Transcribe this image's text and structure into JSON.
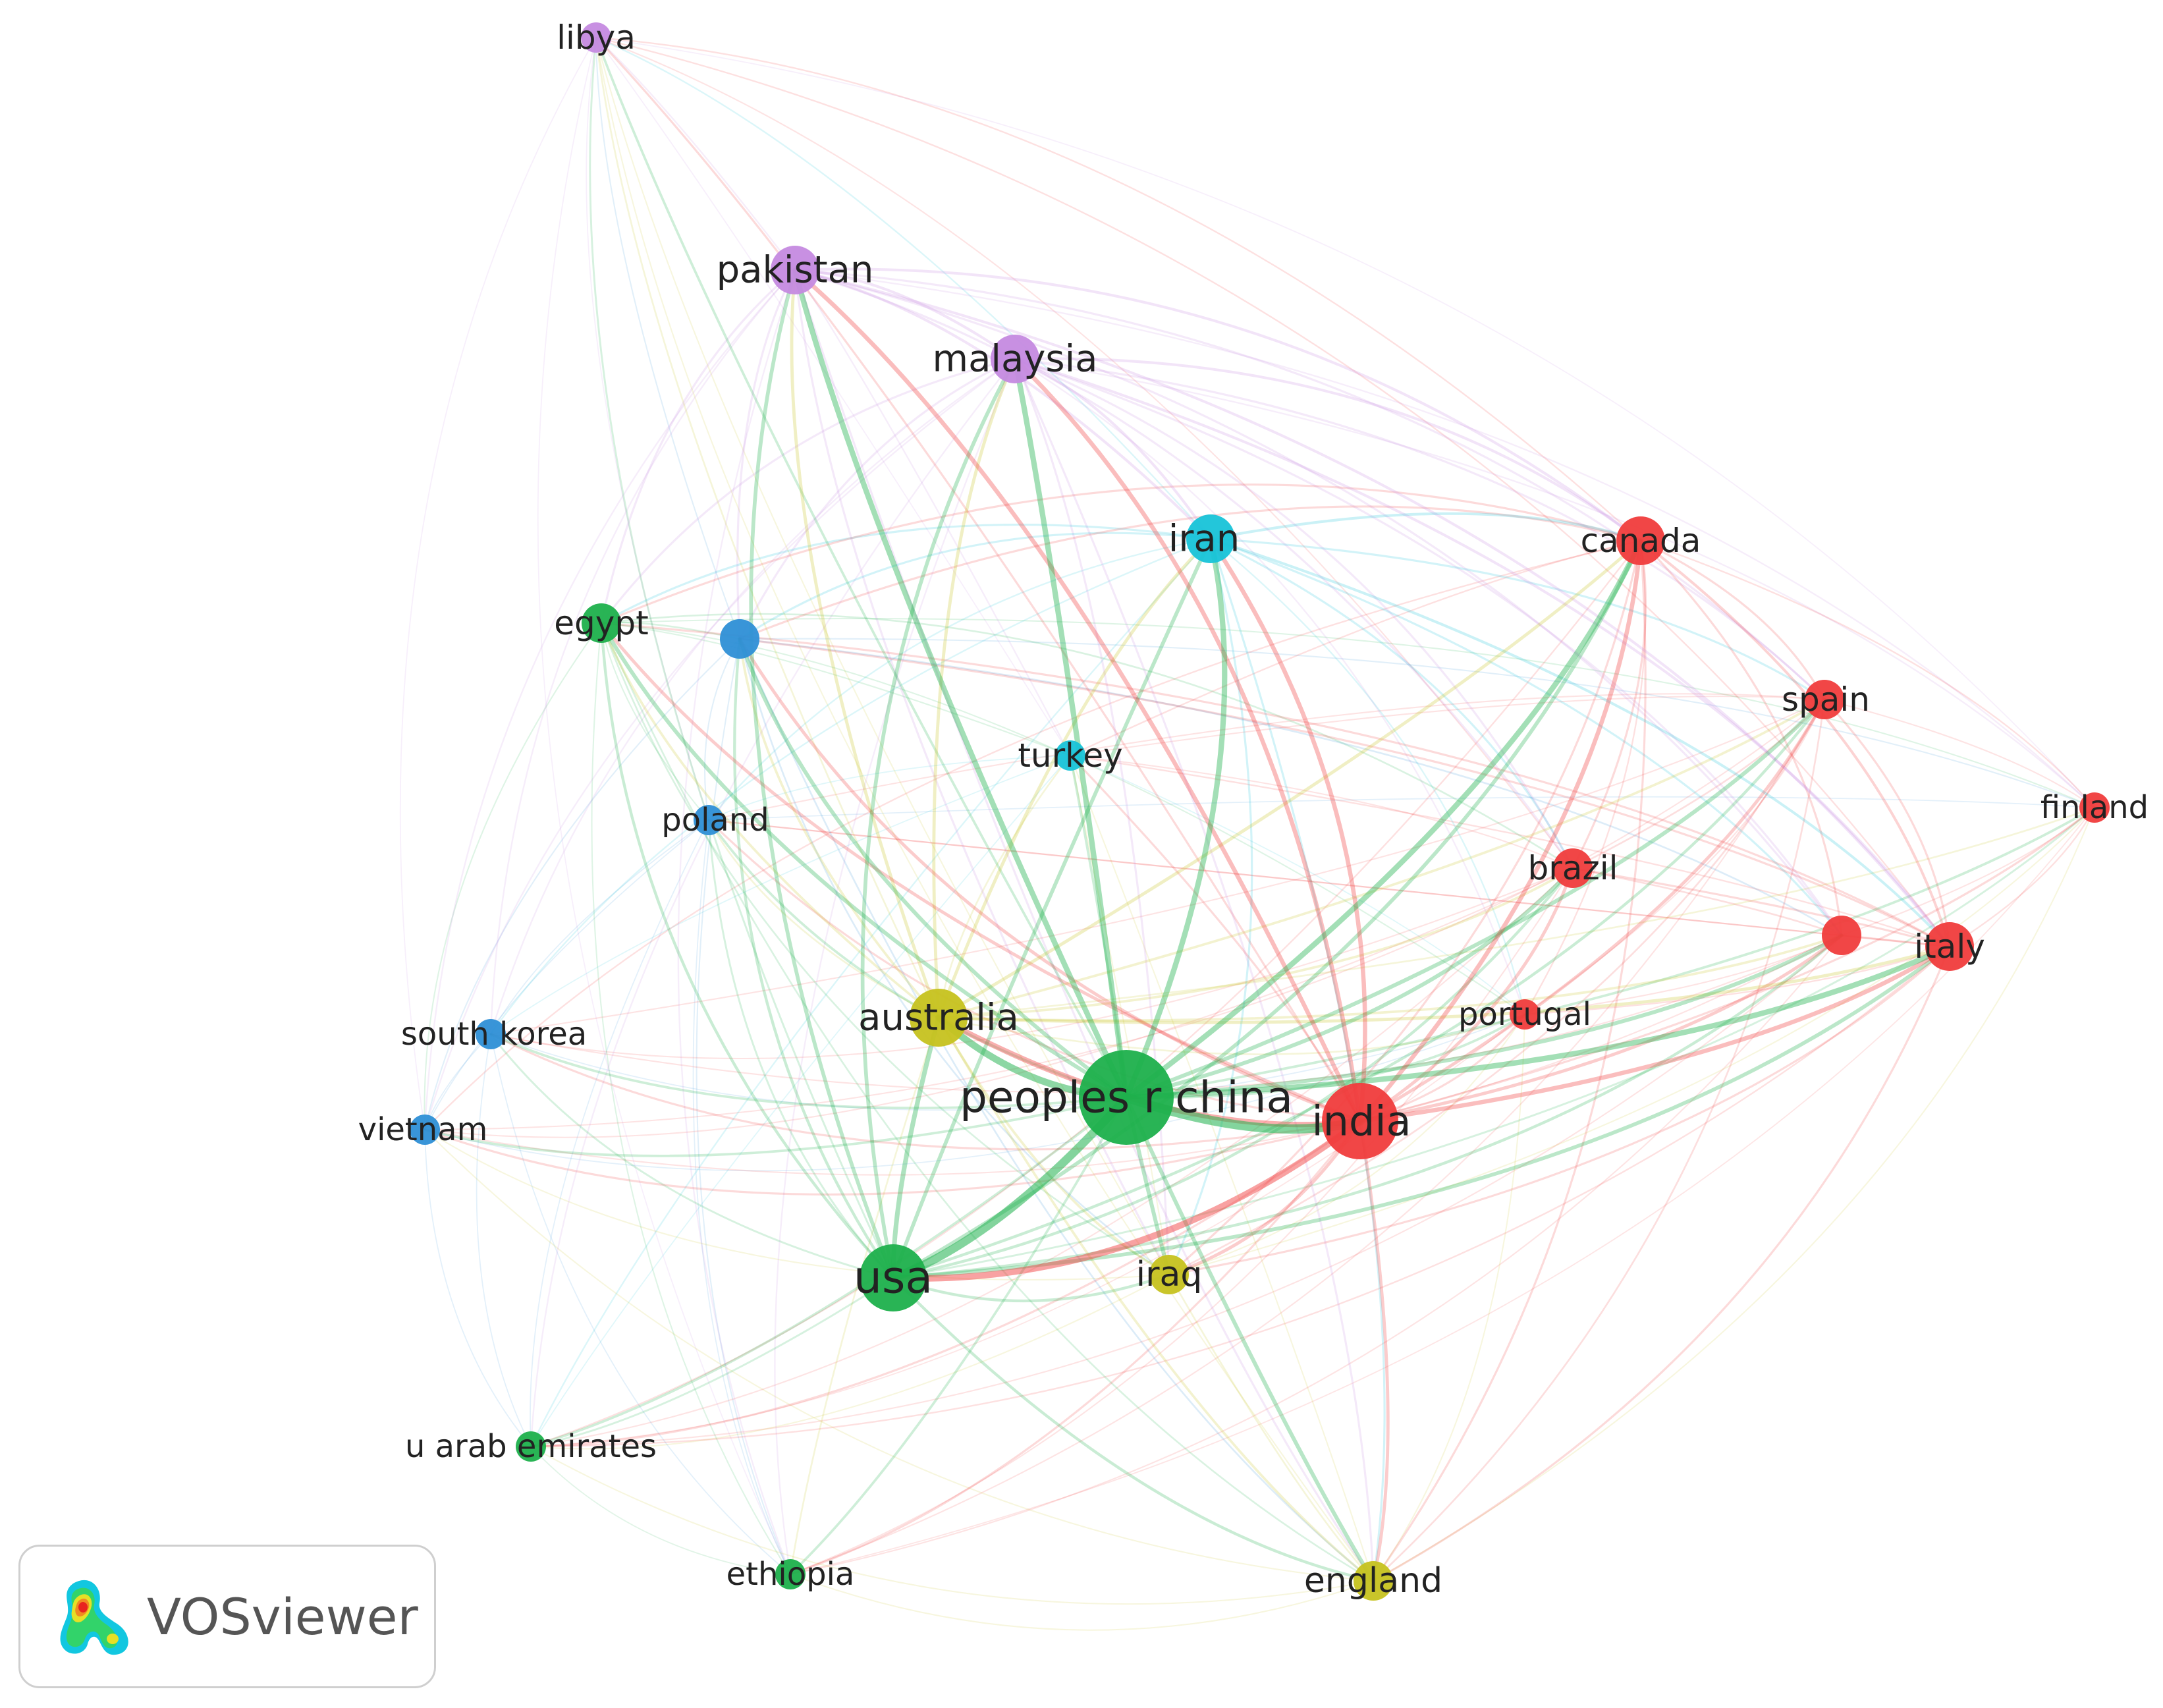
{
  "chart_data": {
    "type": "network",
    "nodes": [
      {
        "id": "libya",
        "label": "libya",
        "cluster": "purple",
        "weight": 1
      },
      {
        "id": "pakistan",
        "label": "pakistan",
        "cluster": "purple",
        "weight": 3
      },
      {
        "id": "malaysia",
        "label": "malaysia",
        "cluster": "purple",
        "weight": 3
      },
      {
        "id": "iran",
        "label": "iran",
        "cluster": "cyan",
        "weight": 3
      },
      {
        "id": "turkey",
        "label": "turkey",
        "cluster": "cyan",
        "weight": 1
      },
      {
        "id": "egypt",
        "label": "egypt",
        "cluster": "green",
        "weight": 2
      },
      {
        "id": "blue-unlabeled",
        "label": "",
        "cluster": "blue",
        "weight": 2
      },
      {
        "id": "poland",
        "label": "poland",
        "cluster": "blue",
        "weight": 1
      },
      {
        "id": "south-korea",
        "label": "south korea",
        "cluster": "blue",
        "weight": 1
      },
      {
        "id": "vietnam",
        "label": "vietnam",
        "cluster": "blue",
        "weight": 1
      },
      {
        "id": "canada",
        "label": "canada",
        "cluster": "red",
        "weight": 3
      },
      {
        "id": "spain",
        "label": "spain",
        "cluster": "red",
        "weight": 2
      },
      {
        "id": "finland",
        "label": "finland",
        "cluster": "red",
        "weight": 1
      },
      {
        "id": "brazil",
        "label": "brazil",
        "cluster": "red",
        "weight": 2
      },
      {
        "id": "red-unlabeled",
        "label": "",
        "cluster": "red",
        "weight": 2
      },
      {
        "id": "italy",
        "label": "italy",
        "cluster": "red",
        "weight": 3
      },
      {
        "id": "portugal",
        "label": "portugal",
        "cluster": "red",
        "weight": 1
      },
      {
        "id": "india",
        "label": "india",
        "cluster": "red",
        "weight": 6
      },
      {
        "id": "australia",
        "label": "australia",
        "cluster": "yellow",
        "weight": 4
      },
      {
        "id": "peoples-r-china",
        "label": "peoples r china",
        "cluster": "green",
        "weight": 8
      },
      {
        "id": "usa",
        "label": "usa",
        "cluster": "green",
        "weight": 5
      },
      {
        "id": "iraq",
        "label": "iraq",
        "cluster": "yellow",
        "weight": 2
      },
      {
        "id": "u-arab-emirates",
        "label": "u arab emirates",
        "cluster": "green",
        "weight": 1
      },
      {
        "id": "ethiopia",
        "label": "ethiopia",
        "cluster": "green",
        "weight": 1
      },
      {
        "id": "england",
        "label": "england",
        "cluster": "yellow",
        "weight": 2
      }
    ],
    "cluster_colors": {
      "red": "#f03c3c",
      "green": "#1db04c",
      "blue": "#2e8fd6",
      "yellow": "#c6c21f",
      "purple": "#c58ae0",
      "cyan": "#17c3d8"
    }
  },
  "badge": {
    "text": "VOSviewer",
    "logo_icon": "vosviewer-density-icon"
  }
}
